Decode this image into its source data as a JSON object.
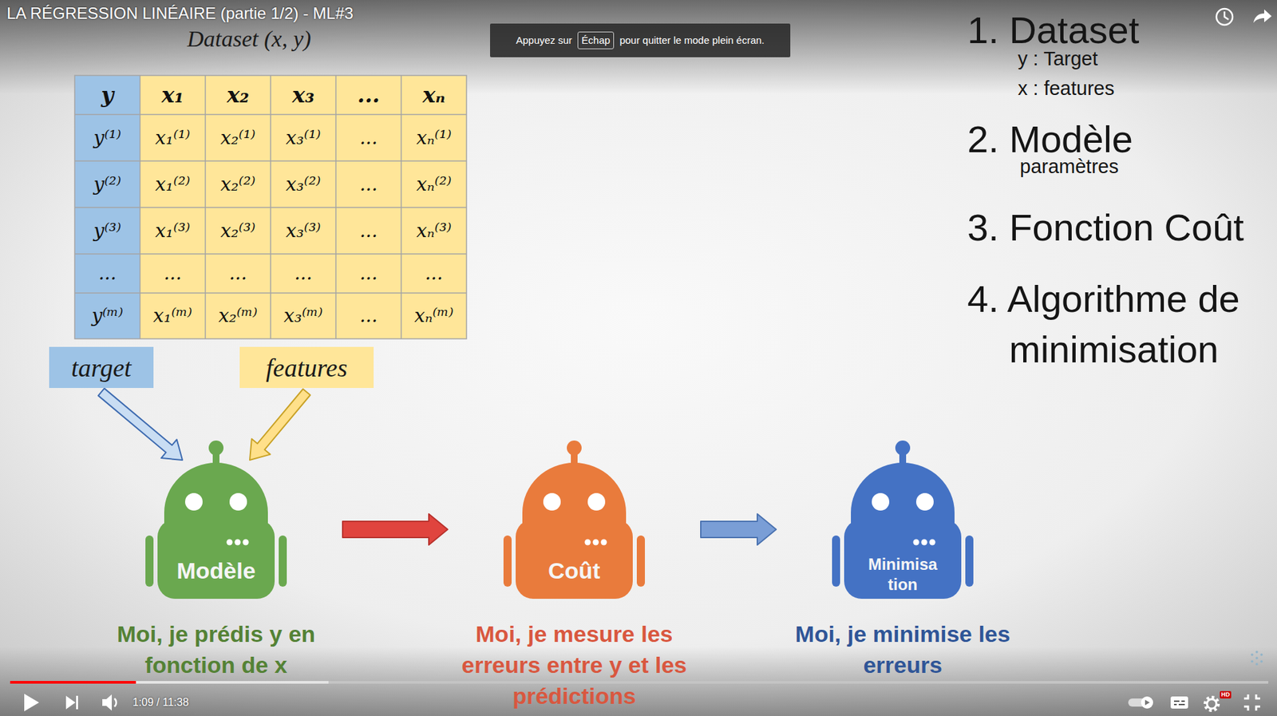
{
  "diagram": {
    "title": "LA RÉGRESSION LINÉAIRE (partie 1/2) - ML#3",
    "nodes": [
      {
        "text": [
          "Appuyez sur",
          "pour quitter le mode plein écran."
        ]
      },
      {
        "text": [
          "Échap"
        ],
        "in": 0
      },
      {
        "text": [
          "target"
        ]
      },
      {
        "text": [
          "features"
        ]
      },
      {
        "text": [
          "Modèle",
          "Moi, je prédis y en fonction de x"
        ]
      },
      {
        "text": [
          "Coût",
          "Moi, je mesure les erreurs entre y et les prédictions"
        ]
      },
      {
        "text": [
          "Minimisa tion",
          "Moi, je minimise les erreurs"
        ]
      },
      {
        "text": [
          "HD"
        ]
      }
    ],
    "edges": [
      {
        "from": 2,
        "to": 4,
        "arrow": "to"
      },
      {
        "from": 3,
        "to": 4,
        "arrow": "to"
      },
      {
        "from": 4,
        "to": 5,
        "arrow": "to"
      },
      {
        "from": 5,
        "to": 6,
        "arrow": "to"
      }
    ],
    "labels": [
      "Dataset (x, y)",
      "y",
      "x₁",
      "x₂",
      "x₃",
      "...",
      "xₙ",
      "y⁽¹⁾",
      "x₁⁽¹⁾",
      "x₂⁽¹⁾",
      "x₃⁽¹⁾",
      "...",
      "xₙ⁽¹⁾",
      "y⁽²⁾",
      "x₁⁽²⁾",
      "x₂⁽²⁾",
      "x₃⁽²⁾",
      "...",
      "xₙ⁽²⁾",
      "y⁽³⁾",
      "x₁⁽³⁾",
      "x₂⁽³⁾",
      "x₃⁽³⁾",
      "...",
      "xₙ⁽³⁾",
      "...",
      "...",
      "...",
      "...",
      "...",
      "...",
      "y⁽ᵐ⁾",
      "x₁⁽ᵐ⁾",
      "x₂⁽ᵐ⁾",
      "x₃⁽ᵐ⁾",
      "...",
      "xₙ⁽ᵐ⁾",
      "1. Dataset",
      "y : Target",
      "x : features",
      "2. Modèle",
      "paramètres",
      "3. Fonction Coût",
      "4. Algorithme de minimisation",
      "1:09 / 11:38"
    ]
  }
}
